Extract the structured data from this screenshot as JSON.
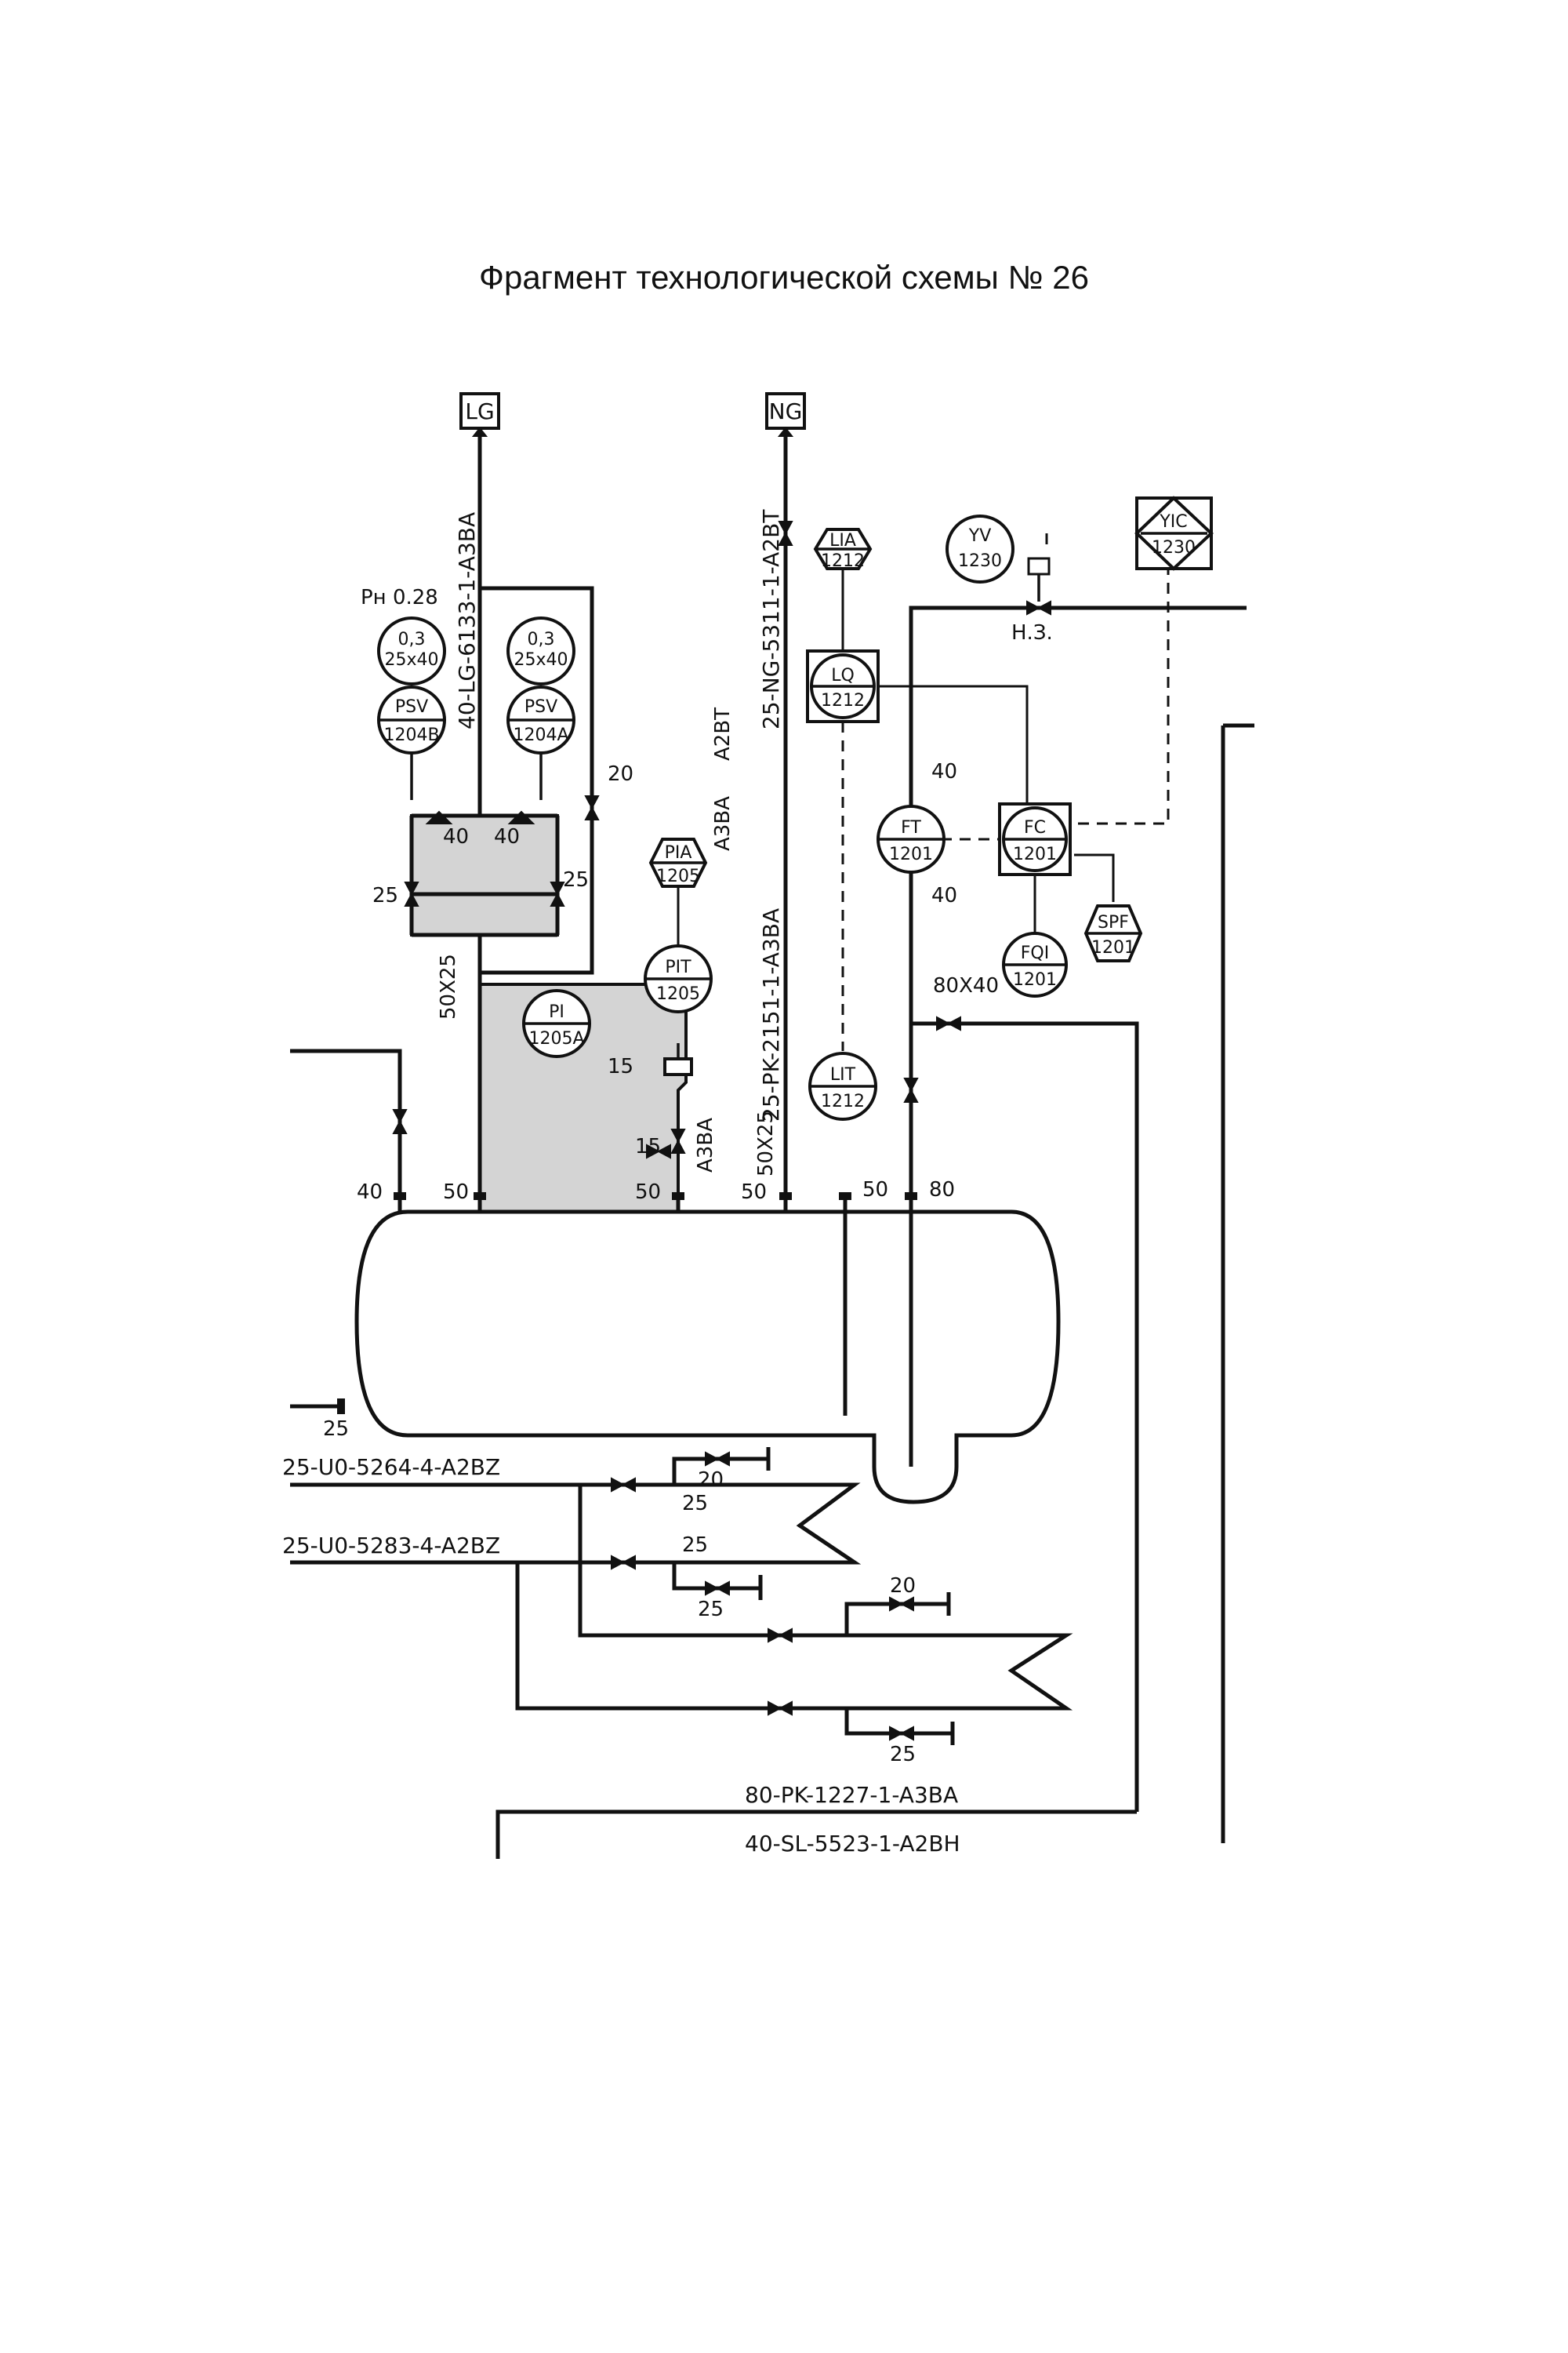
{
  "title": "Фрагмент технологической схемы № 26",
  "terminals": {
    "lg": "LG",
    "ng": "NG"
  },
  "pn": "Pн 0.28",
  "line_labels": {
    "lg_line": "40-LG-6133-1-A3BA",
    "ng_line": "25-NG-5311-1-A2BT",
    "pk_line_2151": "25-PK-2151-1-A3BA",
    "uo_5264": "25-U0-5264-4-A2BZ",
    "uo_5283": "25-U0-5283-4-A2BZ",
    "pk_1227": "80-PK-1227-1-A3BA",
    "sl_5523": "40-SL-5523-1-A2BH"
  },
  "spec_breaks": {
    "upper": "A2BT",
    "lower": "A3BA",
    "pit_spec": "A3BA"
  },
  "psv_b": {
    "set": "0,3",
    "size": "25x40",
    "type": "PSV",
    "number": "1204B"
  },
  "psv_a": {
    "set": "0,3",
    "size": "25x40",
    "type": "PSV",
    "number": "1204A"
  },
  "instruments": {
    "lia": {
      "type": "LIA",
      "number": "1212"
    },
    "lq": {
      "type": "LQ",
      "number": "1212"
    },
    "yv": {
      "type": "YV",
      "number": "1230"
    },
    "yic": {
      "type": "YIC",
      "number": "1230"
    },
    "ft": {
      "type": "FT",
      "number": "1201"
    },
    "fc": {
      "type": "FC",
      "number": "1201"
    },
    "fqi": {
      "type": "FQI",
      "number": "1201"
    },
    "spf": {
      "type": "SPF",
      "number": "1201"
    },
    "pia": {
      "type": "PIA",
      "number": "1205"
    },
    "pit": {
      "type": "PIT",
      "number": "1205"
    },
    "pi": {
      "type": "PI",
      "number": "1205A"
    },
    "lit": {
      "type": "LIT",
      "number": "1212"
    }
  },
  "valve_state": "Н.З.",
  "sizes": {
    "s40a": "40",
    "s40b": "40",
    "s20": "20",
    "s25a": "25",
    "s25b": "25",
    "s50x25a": "50X25",
    "s50x25b": "50X25",
    "s80x40": "80X40",
    "s15a": "15",
    "s15b": "15",
    "s40ft_top": "40",
    "s40ft_bot": "40",
    "noz40": "40",
    "noz50a": "50",
    "noz50b": "50",
    "noz50c": "50",
    "noz50d": "50",
    "noz80": "80",
    "noz25": "25",
    "b20a": "20",
    "b25a": "25",
    "b25b": "25",
    "b25c": "25",
    "b20b": "20",
    "b25d": "25"
  }
}
